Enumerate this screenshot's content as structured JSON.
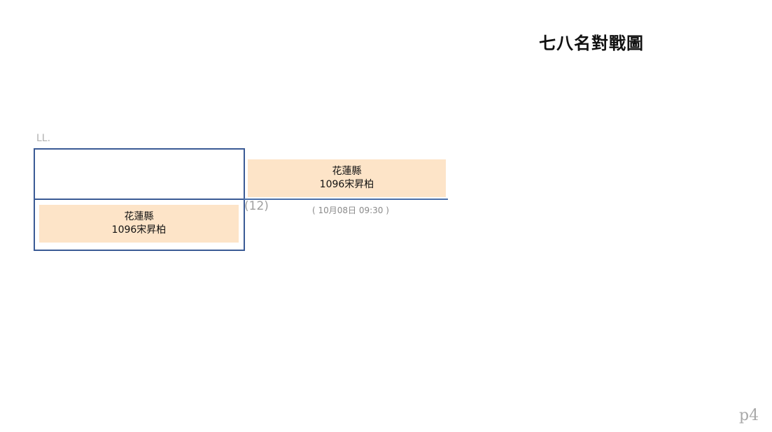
{
  "title": "七八名對戰圖",
  "bracket_label": "LL.",
  "match": {
    "number": "(12)",
    "time": "( 10月08日 09:30 )"
  },
  "slots": {
    "upper": {
      "team": "",
      "player": ""
    },
    "lower": {
      "team": "花蓮縣",
      "player": "1096宋昇柏"
    },
    "winner": {
      "team": "花蓮縣",
      "player": "1096宋昇柏"
    }
  },
  "page_number": "p4",
  "colors": {
    "bracket_line": "#3a5a95",
    "player_fill": "#fde4c8"
  }
}
